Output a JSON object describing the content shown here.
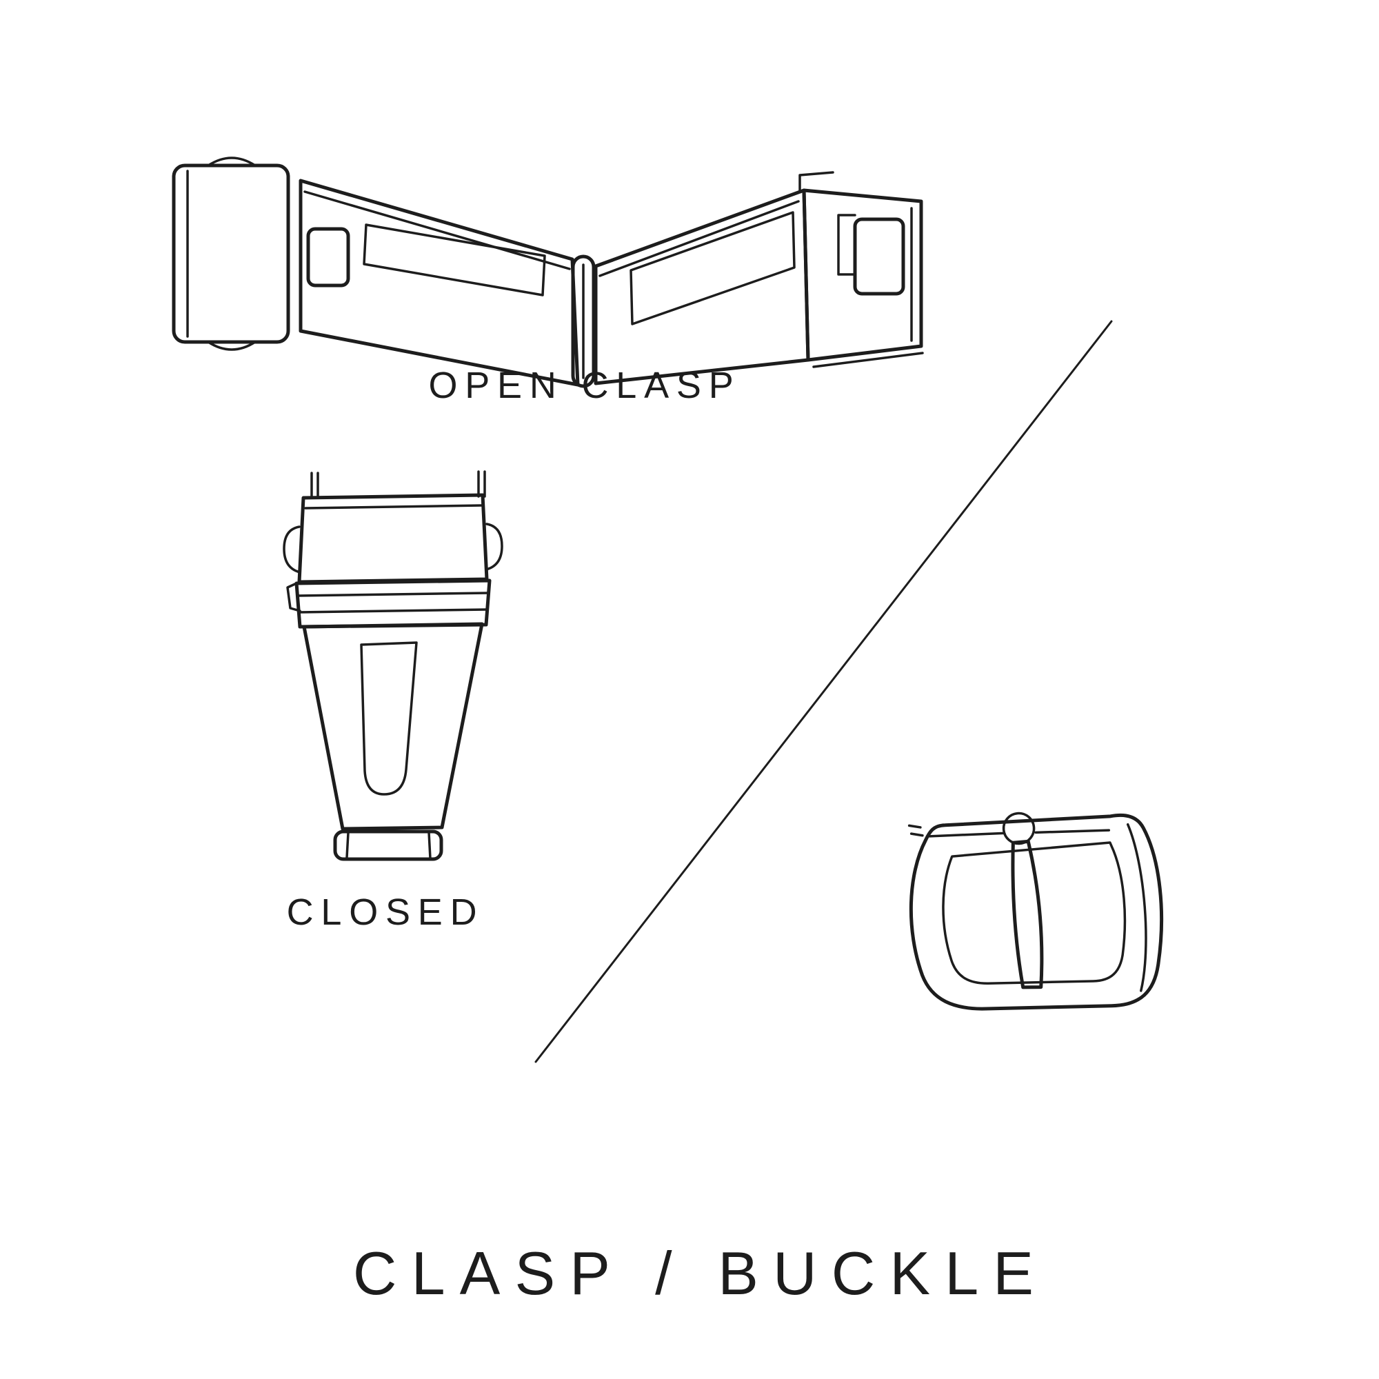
{
  "page": {
    "background": "#ffffff",
    "ink": "#1d1d1d"
  },
  "labels": {
    "open_clasp": "OPEN CLASP",
    "closed": "CLOSED",
    "title": "CLASP / BUCKLE"
  },
  "illustrations": {
    "open_clasp": "open-deployant-clasp-line-drawing",
    "closed_clasp": "closed-clasp-line-drawing",
    "buckle": "tang-buckle-line-drawing",
    "divider": "diagonal-divider-line"
  }
}
